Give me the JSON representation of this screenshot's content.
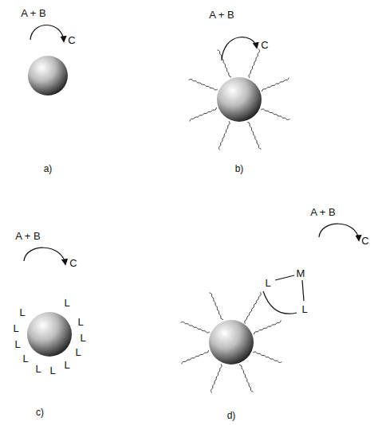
{
  "diagram": {
    "labels": [
      "A + B",
      "C",
      "a)",
      "A + B",
      "C",
      "b)",
      "A + B",
      "C",
      "L",
      "L",
      "L",
      "L",
      "L",
      "L",
      "L",
      "L",
      "L",
      "L",
      "L",
      "c)",
      "A + B",
      "C",
      "L",
      "M",
      "L",
      "d)"
    ]
  }
}
